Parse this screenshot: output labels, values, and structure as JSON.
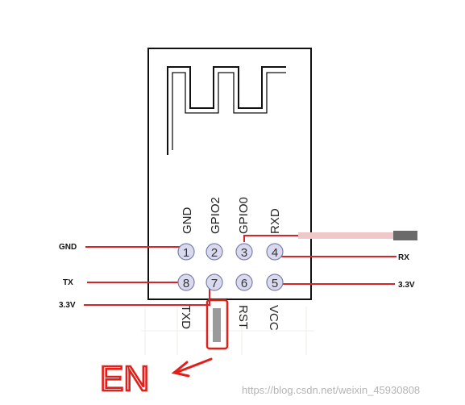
{
  "pins_top": [
    {
      "num": "1",
      "label": "GND"
    },
    {
      "num": "2",
      "label": "GPIO2"
    },
    {
      "num": "3",
      "label": "GPIO0"
    },
    {
      "num": "4",
      "label": "RXD"
    }
  ],
  "pins_bottom": [
    {
      "num": "8",
      "label": "TXD"
    },
    {
      "num": "7",
      "label": ""
    },
    {
      "num": "6",
      "label": "RST"
    },
    {
      "num": "5",
      "label": "VCC"
    }
  ],
  "wires": {
    "gnd": "GND",
    "tx": "TX",
    "v33_left": "3.3V",
    "rx": "RX",
    "v33_right": "3.3V"
  },
  "annotation": "EN",
  "watermark": "https://blog.csdn.net/weixin_45930808",
  "colors": {
    "wire": "#d8232a",
    "pin_fill": "#d9daf0",
    "pin_stroke": "#7c7fa8",
    "outline": "#111111"
  }
}
